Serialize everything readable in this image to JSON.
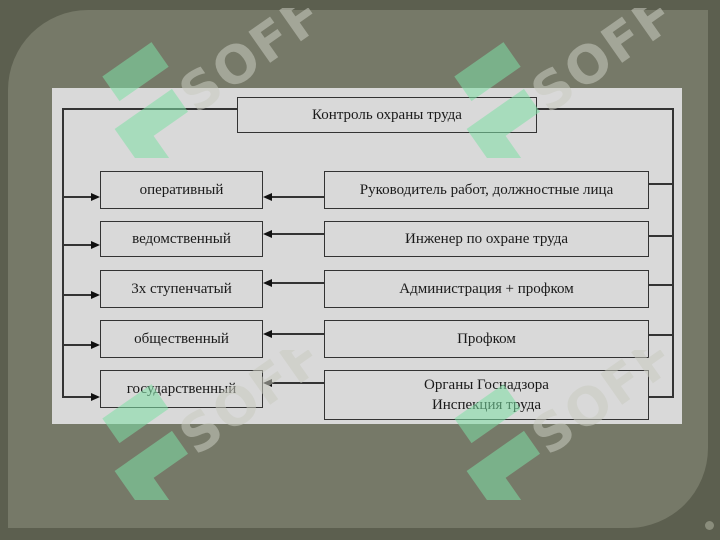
{
  "diagram": {
    "title": "Контроль охраны труда",
    "types": [
      {
        "label": "оперативный"
      },
      {
        "label": "ведомственный"
      },
      {
        "label": "3х ступенчатый"
      },
      {
        "label": "общественный"
      },
      {
        "label": "государственный"
      }
    ],
    "executors": [
      {
        "label": "Руководитель работ, должностные лица"
      },
      {
        "label": "Инженер по охране труда"
      },
      {
        "label": "Администрация + профком"
      },
      {
        "label": "Профком"
      },
      {
        "label": "Органы Госнадзора\nИнспекция труда"
      }
    ]
  },
  "watermark": {
    "text": "SOFF",
    "logo_color": "#7fe0a6",
    "text_color": "#c9cbc0"
  }
}
